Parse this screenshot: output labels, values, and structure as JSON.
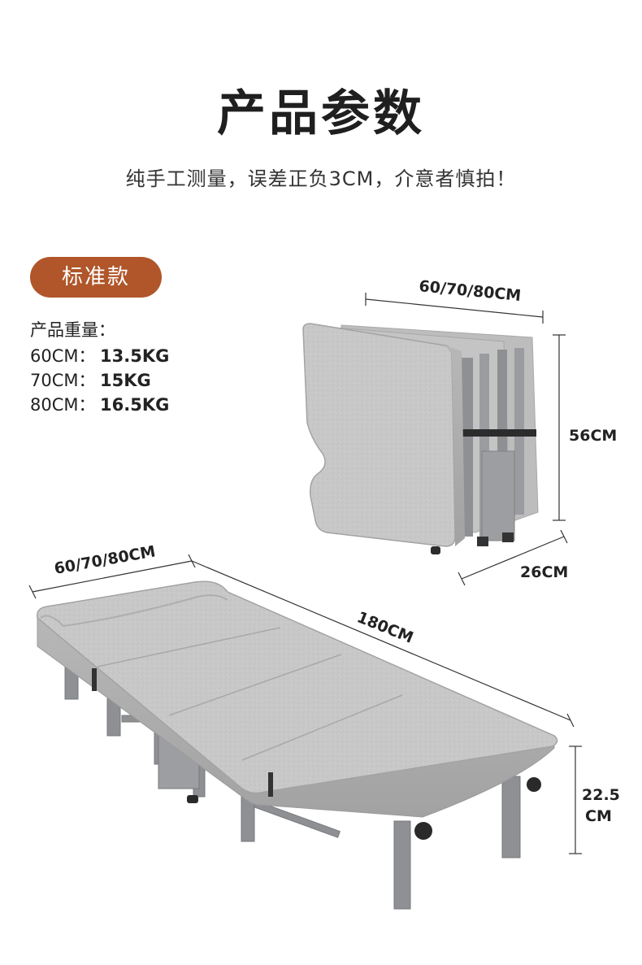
{
  "header": {
    "title": "产品参数",
    "subtitle": "纯手工测量，误差正负3CM，介意者慎拍！"
  },
  "spec": {
    "badge": "标准款",
    "weight_heading": "产品重量：",
    "weights": [
      {
        "size": "60CM：",
        "value": "13.5KG"
      },
      {
        "size": "70CM：",
        "value": "15KG"
      },
      {
        "size": "80CM：",
        "value": "16.5KG"
      }
    ]
  },
  "folded": {
    "width_label": "60/70/80CM",
    "height_label": "56CM",
    "depth_label": "26CM"
  },
  "unfolded": {
    "width_label": "60/70/80CM",
    "length_label": "180CM",
    "height_label_line1": "22.5",
    "height_label_line2": "CM"
  },
  "colors": {
    "badge": "#b0562a",
    "fabric": "#c9c9c9",
    "frame": "#8e9093"
  }
}
